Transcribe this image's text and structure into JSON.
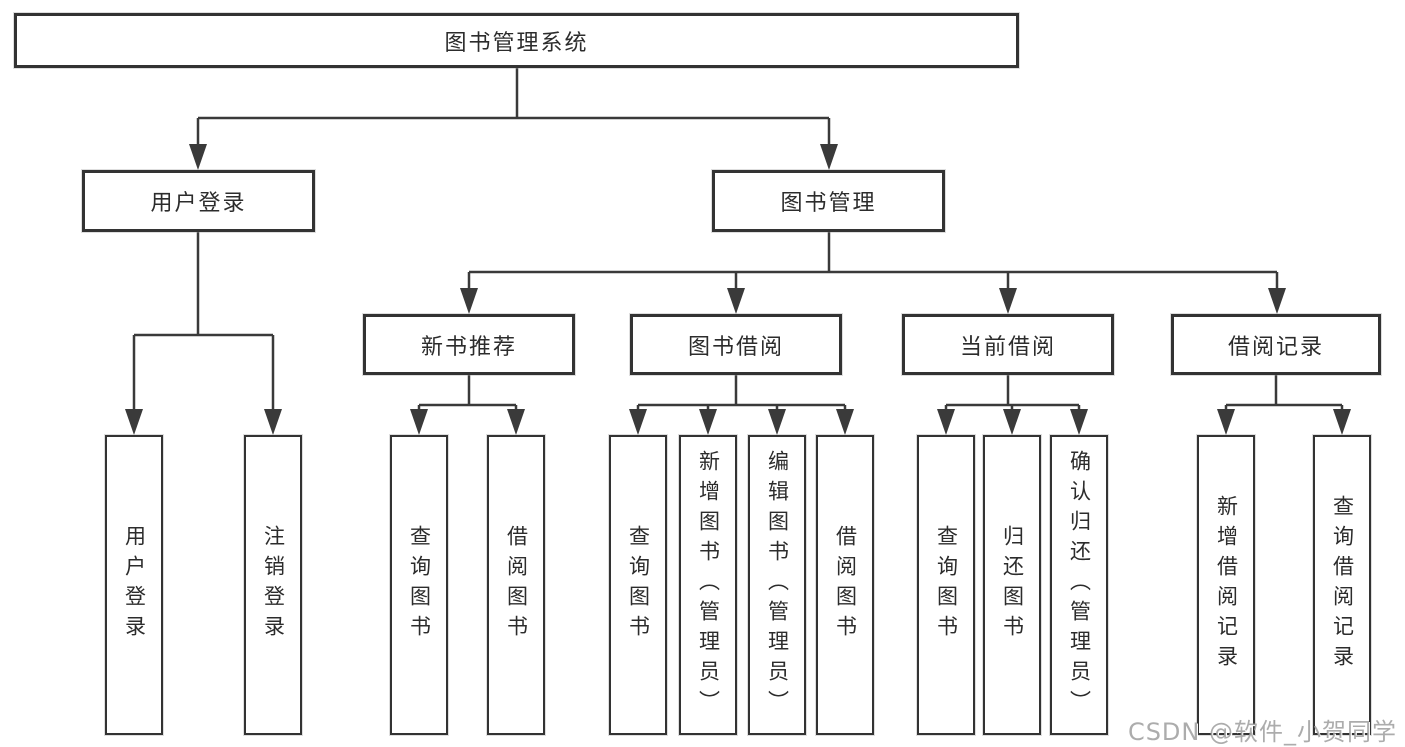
{
  "tree": {
    "label": "图书管理系统",
    "children": [
      {
        "label": "用户登录",
        "children": [
          {
            "label": "用户登录"
          },
          {
            "label": "注销登录"
          }
        ]
      },
      {
        "label": "图书管理",
        "children": [
          {
            "label": "新书推荐",
            "children": [
              {
                "label": "查询图书"
              },
              {
                "label": "借阅图书"
              }
            ]
          },
          {
            "label": "图书借阅",
            "children": [
              {
                "label": "查询图书"
              },
              {
                "label": "新增图书（管理员）"
              },
              {
                "label": "编辑图书（管理员）"
              },
              {
                "label": "借阅图书"
              }
            ]
          },
          {
            "label": "当前借阅",
            "children": [
              {
                "label": "查询图书"
              },
              {
                "label": "归还图书"
              },
              {
                "label": "确认归还（管理员）"
              }
            ]
          },
          {
            "label": "借阅记录",
            "children": [
              {
                "label": "新增借阅记录"
              },
              {
                "label": "查询借阅记录"
              }
            ]
          }
        ]
      }
    ]
  },
  "watermark": "CSDN @软件_小贺同学",
  "colors": {
    "line": "#3a3a3a",
    "box_border": "#333333",
    "text": "#2c2c2c",
    "watermark": "#9e9e9e",
    "background": "#ffffff"
  }
}
